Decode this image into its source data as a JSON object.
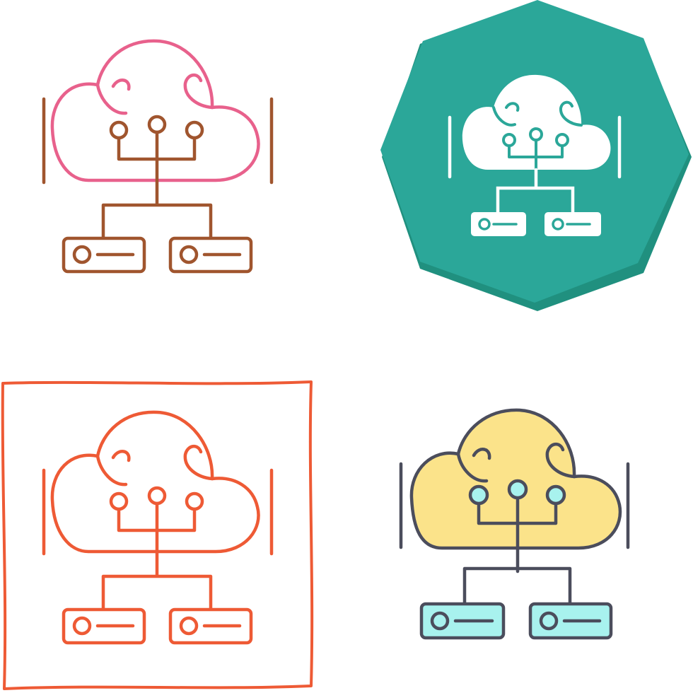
{
  "icons": [
    {
      "id": "tl",
      "name": "cloud-network-line-icon",
      "style": "two-tone-line",
      "colors": {
        "cloud": "#E8618C",
        "network": "#A0552E"
      }
    },
    {
      "id": "tr",
      "name": "cloud-network-glyph-icon",
      "style": "glyph-on-badge",
      "colors": {
        "badge": "#2BA799",
        "badge_shadow": "#20907F",
        "glyph": "#FFFFFF"
      }
    },
    {
      "id": "bl",
      "name": "cloud-network-line-framed-icon",
      "style": "line-in-sketch-frame",
      "colors": {
        "stroke": "#EE5A35"
      }
    },
    {
      "id": "br",
      "name": "cloud-network-filled-line-icon",
      "style": "filled-line",
      "colors": {
        "stroke": "#4B4D5C",
        "cloud_fill": "#FBE38A",
        "node_fill": "#A8F2EE",
        "server_fill": "#A8F2EE"
      }
    }
  ]
}
